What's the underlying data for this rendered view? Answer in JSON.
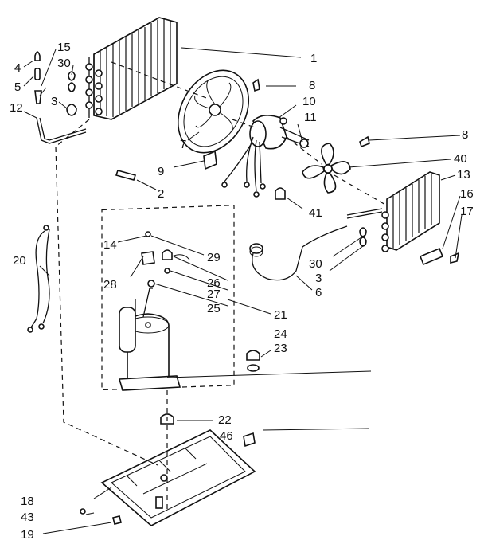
{
  "labels": {
    "l1": "1",
    "l2": "2",
    "l3a": "3",
    "l3b": "3",
    "l4": "4",
    "l5": "5",
    "l6": "6",
    "l7": "7",
    "l8a": "8",
    "l8b": "8",
    "l9": "9",
    "l10": "10",
    "l11": "11",
    "l12": "12",
    "l13": "13",
    "l14": "14",
    "l15": "15",
    "l16": "16",
    "l17": "17",
    "l18": "18",
    "l19": "19",
    "l20": "20",
    "l21": "21",
    "l22": "22",
    "l23": "23",
    "l24": "24",
    "l25": "25",
    "l26": "26",
    "l27": "27",
    "l28": "28",
    "l29": "29",
    "l30a": "30",
    "l30b": "30",
    "l40": "40",
    "l41": "41",
    "l43": "43",
    "l46": "46"
  },
  "colors": {
    "ink": "#111111",
    "paper": "#ffffff"
  }
}
